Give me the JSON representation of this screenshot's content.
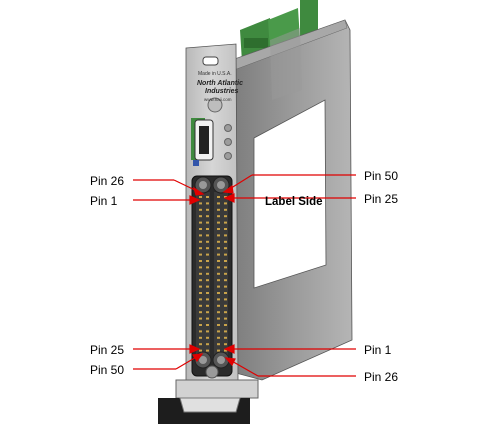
{
  "panel": {
    "made_in": "Made in U.S.A.",
    "brand_line1": "North Atlantic",
    "brand_line2": "Industries",
    "website": "www.naii.com"
  },
  "side_label": "Label Side",
  "pin_labels": {
    "left_top_1": "Pin 26",
    "left_top_2": "Pin 1",
    "left_bottom_1": "Pin 25",
    "left_bottom_2": "Pin 50",
    "right_top_1": "Pin 50",
    "right_top_2": "Pin 25",
    "right_bottom_1": "Pin 1",
    "right_bottom_2": "Pin 26"
  },
  "colors": {
    "arrow": "#e00000",
    "panel": "#c9c9c9",
    "side_wall": "#8e8e8e",
    "pcb_green": "#3f8a3f",
    "connector": "#2b2b2b"
  }
}
